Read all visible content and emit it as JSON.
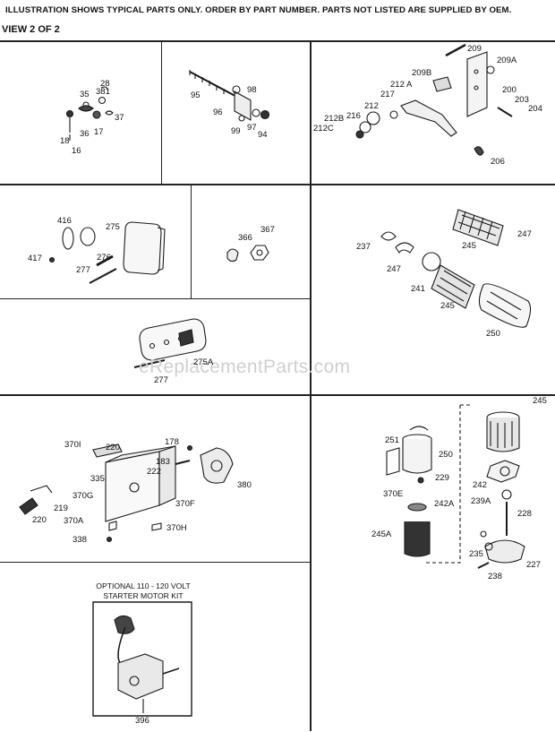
{
  "header": {
    "notice": "ILLUSTRATION SHOWS TYPICAL PARTS ONLY. ORDER BY PART NUMBER. PARTS NOT LISTED ARE SUPPLIED BY OEM.",
    "view": "VIEW 2 OF 2"
  },
  "watermark": "eReplacementParts.com",
  "kit_note": {
    "line1": "OPTIONAL 110 - 120 VOLT",
    "line2": "STARTER MOTOR KIT"
  },
  "labels": {
    "p28": "28",
    "p381": "381",
    "p35": "35",
    "p37": "37",
    "p36": "36",
    "p17": "17",
    "p18": "18",
    "p16": "16",
    "p98": "98",
    "p95": "95",
    "p96": "96",
    "p99": "99",
    "p97": "97",
    "p94": "94",
    "p209": "209",
    "p209A": "209A",
    "p209B": "209B",
    "p212A": "212 A",
    "p200": "200",
    "p217": "217",
    "p212": "212",
    "p203": "203",
    "p204": "204",
    "p212B": "212B",
    "p216": "216",
    "p212C": "212C",
    "p206": "206",
    "p416": "416",
    "p275": "275",
    "p417": "417",
    "p276": "276",
    "p277a": "277",
    "p366": "366",
    "p367": "367",
    "p247a": "247",
    "p237": "237",
    "p245a": "245",
    "p247b": "247",
    "p241": "241",
    "p245b": "245",
    "p250a": "250",
    "p275A": "275A",
    "p277b": "277",
    "p370I": "370I",
    "p220a": "220",
    "p178": "178",
    "p183": "183",
    "p222": "222",
    "p335": "335",
    "p380": "380",
    "p370G": "370G",
    "p219": "219",
    "p370F": "370F",
    "p220b": "220",
    "p370A": "370A",
    "p338": "338",
    "p370H": "370H",
    "p245c": "245",
    "p251": "251",
    "p250b": "250",
    "p229": "229",
    "p370E": "370E",
    "p242": "242",
    "p239A": "239A",
    "p242A": "242A",
    "p228": "228",
    "p245A": "245A",
    "p235": "235",
    "p227": "227",
    "p238": "238",
    "p396": "396"
  }
}
